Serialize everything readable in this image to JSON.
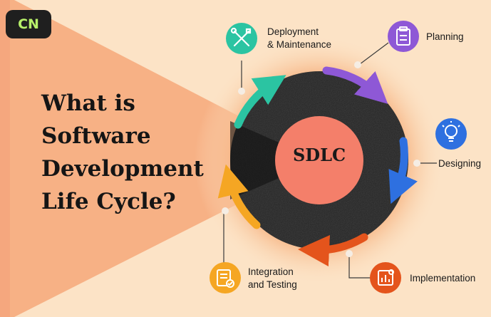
{
  "logo": {
    "text": "CN"
  },
  "title_lines": [
    "What is",
    "Software",
    "Development",
    "Life Cycle?"
  ],
  "center_label": "SDLC",
  "steps": [
    {
      "lines": [
        "Deployment",
        "& Maintenance"
      ],
      "icon": "tools-icon",
      "color": "#2BC4A2"
    },
    {
      "lines": [
        "Planning"
      ],
      "icon": "clipboard-icon",
      "color": "#8E58D6"
    },
    {
      "lines": [
        "Designing"
      ],
      "icon": "lightbulb-icon",
      "color": "#2E70E0"
    },
    {
      "lines": [
        "Implementation"
      ],
      "icon": "gear-chart-icon",
      "color": "#E4541C"
    },
    {
      "lines": [
        "Integration",
        "and Testing"
      ],
      "icon": "checklist-icon",
      "color": "#F5A623"
    }
  ],
  "colors": {
    "background": "#FCE3C6",
    "beam": "#F7AE82",
    "wheel": "#252525",
    "center": "#F47F6A"
  }
}
